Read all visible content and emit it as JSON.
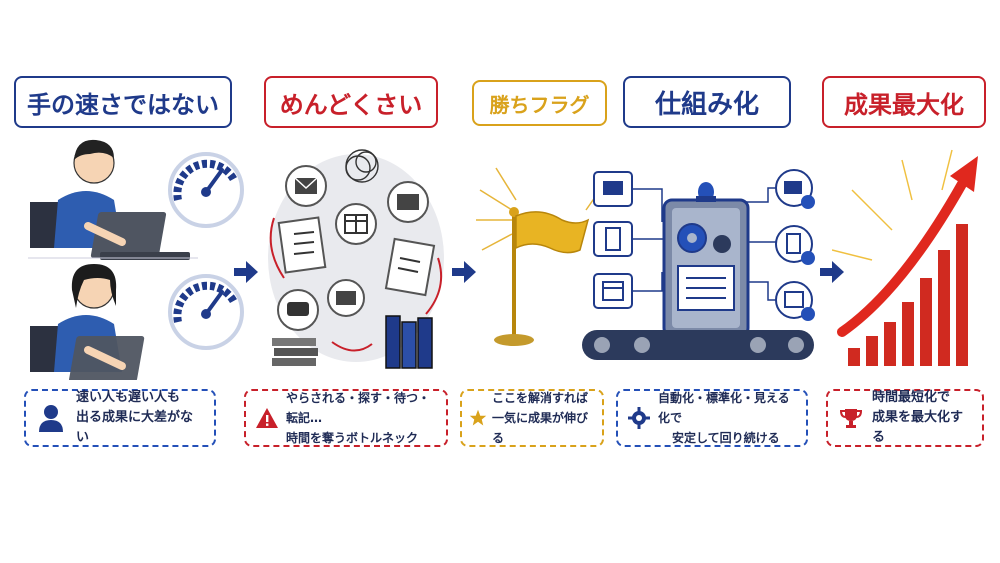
{
  "colors": {
    "navy": "#1f3a8a",
    "red": "#c8202a",
    "gold": "#d9a21b",
    "gray_line": "#9aa3b5"
  },
  "stages": [
    {
      "title": "手の速さではない",
      "note_lines": [
        "速い人も遅い人も",
        "出る成果に大差がない"
      ],
      "icon": "person-icon"
    },
    {
      "title": "めんどくさい",
      "note_lines": [
        "やらされる・探す・待つ・転記…",
        "時間を奪うボトルネック"
      ],
      "icon": "warning-icon"
    },
    {
      "title": "勝ちフラグ",
      "note_lines": [
        "ここを解消すれば",
        "一気に成果が伸びる"
      ],
      "icon": "star-icon"
    },
    {
      "title": "仕組み化",
      "note_lines": [
        "自動化・標準化・見える化で",
        "安定して回り続ける"
      ],
      "icon": "gear-icon"
    },
    {
      "title": "成果最大化",
      "note_lines": [
        "時間最短化で",
        "成果を最大化する"
      ],
      "icon": "trophy-icon"
    }
  ]
}
